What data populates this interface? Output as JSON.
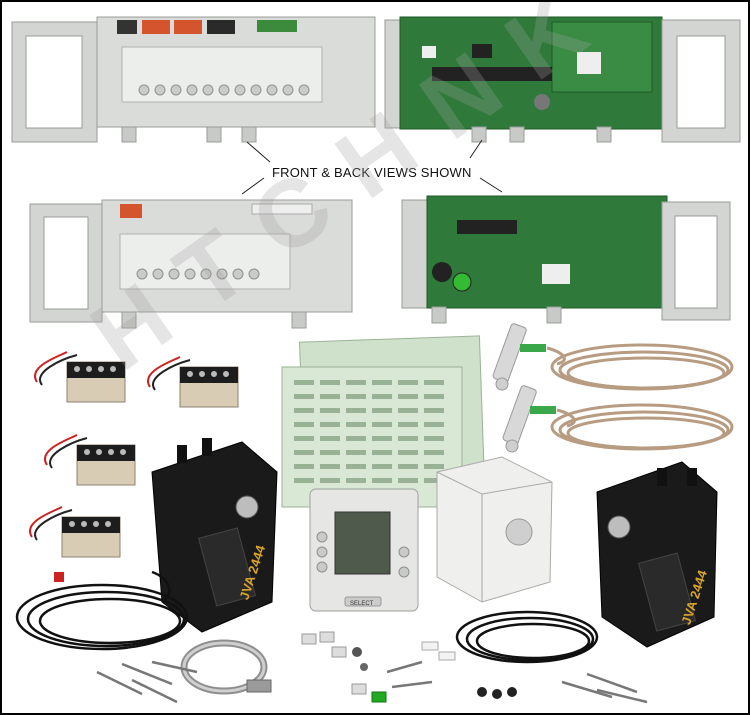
{
  "caption": "FRONT & BACK VIEWS SHOWN",
  "watermark": "HTCHNK",
  "actuator_label": "JVA 2444",
  "thermostat_button": "SELECT",
  "colors": {
    "panel_gray": "#d9dbd8",
    "board_green": "#2f7a3a",
    "relay_black": "#1d1d1d",
    "actuator_black": "#1a1a1a",
    "cable_tan": "#b89c82"
  }
}
